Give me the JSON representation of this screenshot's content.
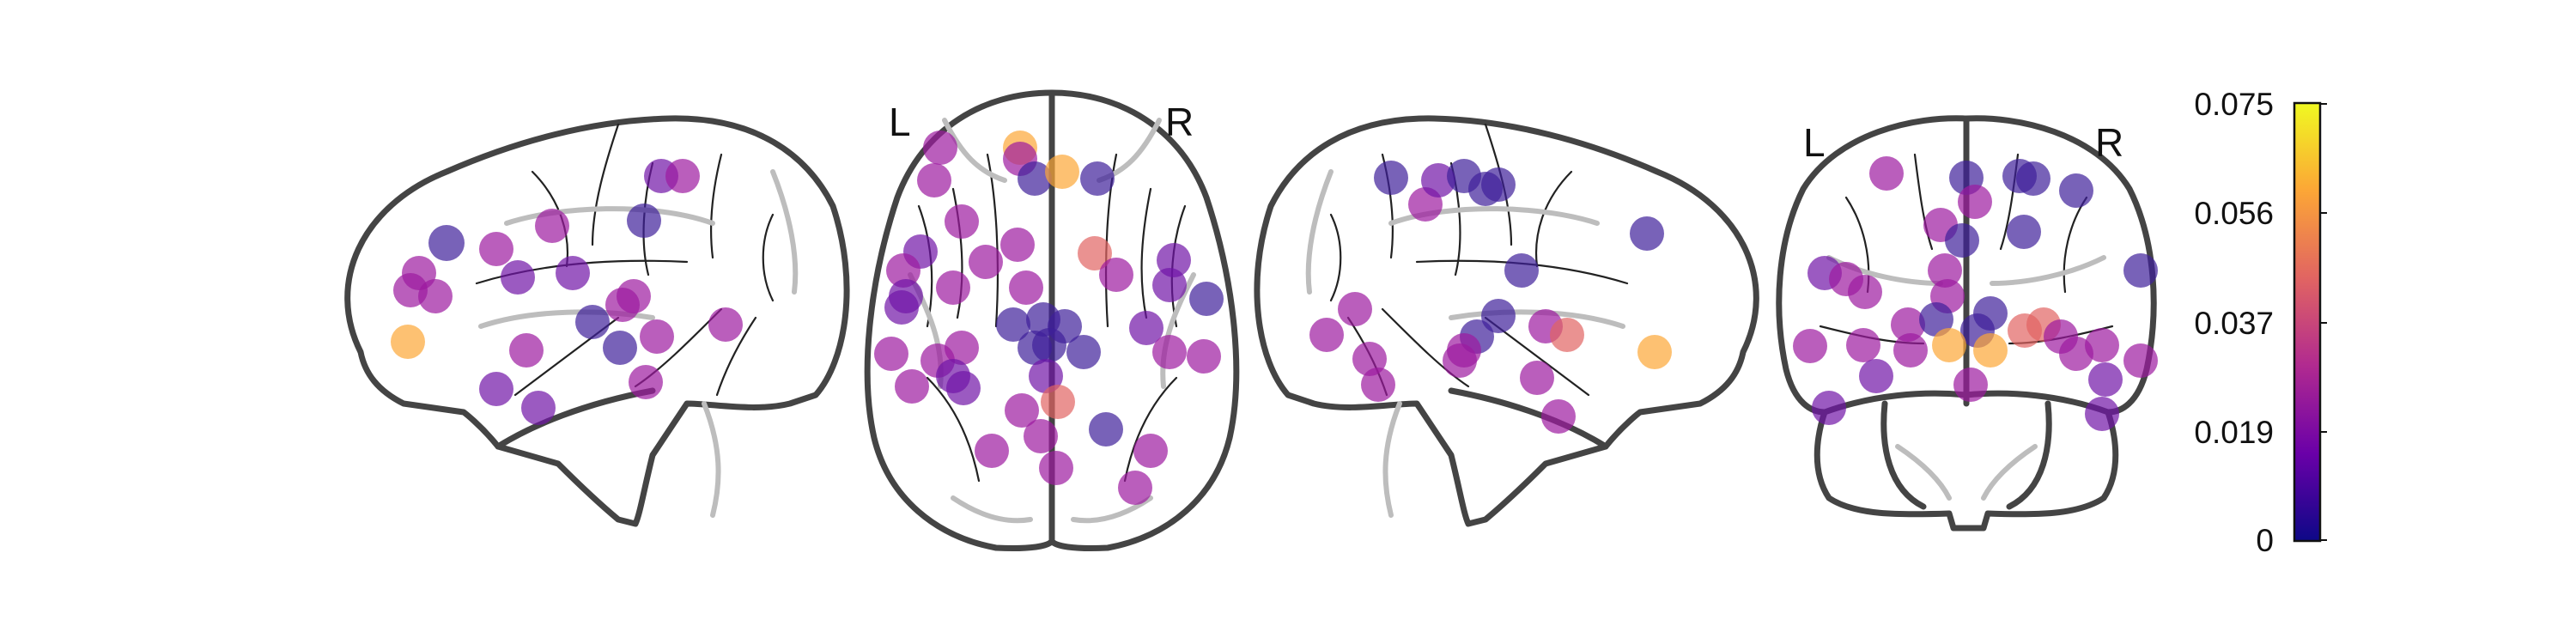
{
  "views": {
    "axial": {
      "left_label": "L",
      "right_label": "R"
    },
    "coronal": {
      "left_label": "L",
      "right_label": "R"
    }
  },
  "colorbar": {
    "colormap": "plasma",
    "min": 0,
    "max": 0.075,
    "ticks": [
      "0.075",
      "0.056",
      "0.037",
      "0.019",
      "0"
    ],
    "stops": [
      "#0d0887",
      "#6a00a8",
      "#b12a90",
      "#e16462",
      "#fca636",
      "#f0f921"
    ]
  },
  "node_opacity": 0.7
}
